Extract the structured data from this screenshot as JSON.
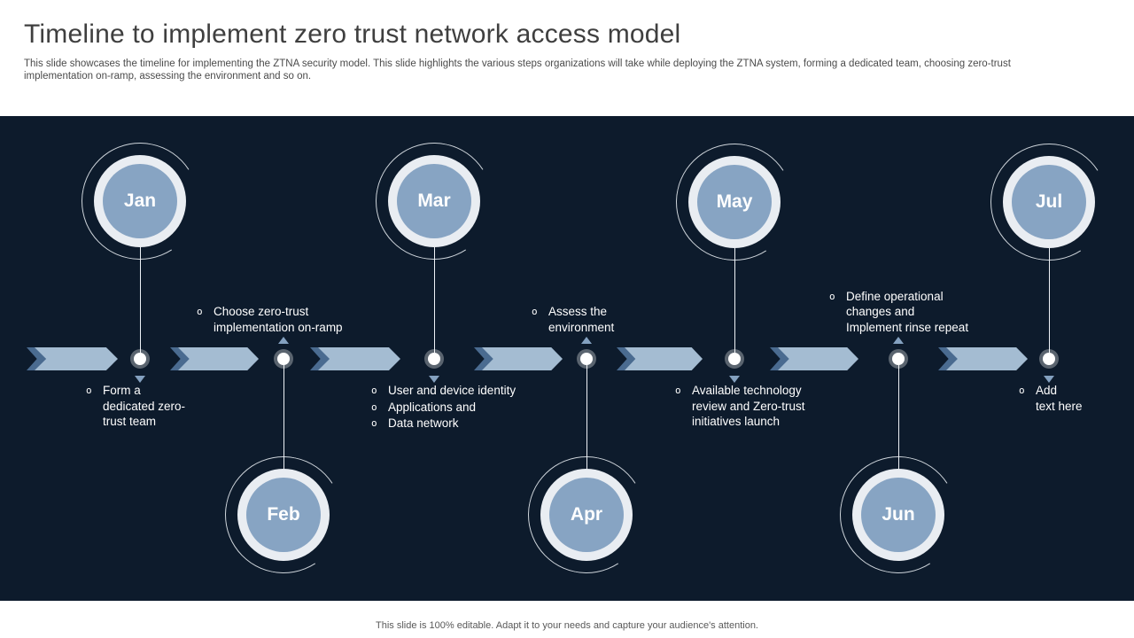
{
  "colors": {
    "bg-dark": "#0d1b2c",
    "circle-fill": "#87a4c3",
    "circle-ring": "#e9edf2",
    "arrow-body": "#a4bcd2",
    "arrow-tip": "#4a6b90",
    "triangle": "#84a1c0",
    "connector": "#eef2f7",
    "text-light": "#ffffff",
    "title": "#3f3f3f",
    "subtitle": "#4b4b4b",
    "footer": "#595959"
  },
  "header": {
    "title": "Timeline to implement zero trust network access model",
    "subtitle": "This slide showcases the timeline for implementing the ZTNA security model. This slide highlights the various steps organizations will take while deploying the ZTNA system, forming a dedicated team, choosing zero-trust\nimplementation on-ramp, assessing the environment and so on."
  },
  "timeline": {
    "bullet_glyph": "o",
    "milestones": [
      {
        "month": "Jan",
        "side": "top",
        "bullets": [
          "Form a\ndedicated zero-\ntrust team"
        ]
      },
      {
        "month": "Feb",
        "side": "bottom",
        "bullets": [
          "Choose zero-trust\nimplementation on-ramp"
        ]
      },
      {
        "month": "Mar",
        "side": "top",
        "bullets": [
          "User and device identity",
          "Applications and",
          "Data network"
        ]
      },
      {
        "month": "Apr",
        "side": "bottom",
        "bullets": [
          "Assess the\nenvironment"
        ]
      },
      {
        "month": "May",
        "side": "top",
        "bullets": [
          "Available technology\nreview and Zero-trust\ninitiatives launch"
        ]
      },
      {
        "month": "Jun",
        "side": "bottom",
        "bullets": [
          "Define operational\nchanges and\nImplement rinse repeat"
        ]
      },
      {
        "month": "Jul",
        "side": "top",
        "bullets": [
          "Add\ntext here"
        ]
      }
    ]
  },
  "footer": {
    "note": "This slide is 100% editable. Adapt it to your needs and capture your audience's attention."
  }
}
